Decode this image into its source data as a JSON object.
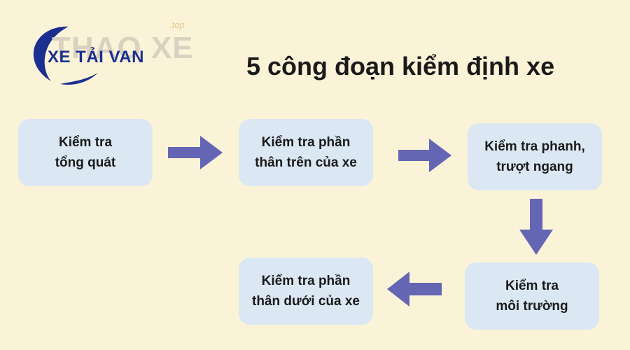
{
  "logo": {
    "watermark_text": "THAO XE",
    "domain_suffix": ".top",
    "brand_text": "XE TẢI VAN"
  },
  "title": "5 công đoạn kiểm định xe",
  "steps": [
    {
      "label": "Kiểm tra\ntổng quát"
    },
    {
      "label": "Kiểm tra phần\nthân trên của xe"
    },
    {
      "label": "Kiểm tra phanh,\ntrượt ngang"
    },
    {
      "label": "Kiểm tra\nmôi trường"
    },
    {
      "label": "Kiểm tra phần\nthân dưới của xe"
    }
  ],
  "colors": {
    "background": "#fbf3d8",
    "box_fill": "#dbe8f3",
    "arrow": "#6466b3",
    "brand": "#1a2f8f"
  }
}
